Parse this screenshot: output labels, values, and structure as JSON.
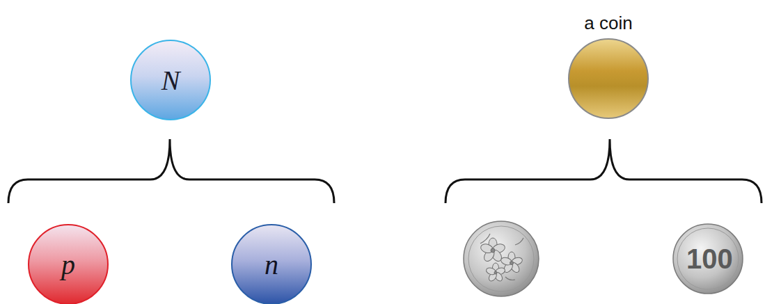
{
  "diagram": {
    "nodes": [
      {
        "text": [
          "N"
        ]
      },
      {
        "text": [
          "a coin"
        ]
      },
      {
        "text": [
          "p"
        ]
      },
      {
        "text": [
          "n"
        ]
      },
      {
        "text": [
          "100"
        ]
      }
    ]
  }
}
